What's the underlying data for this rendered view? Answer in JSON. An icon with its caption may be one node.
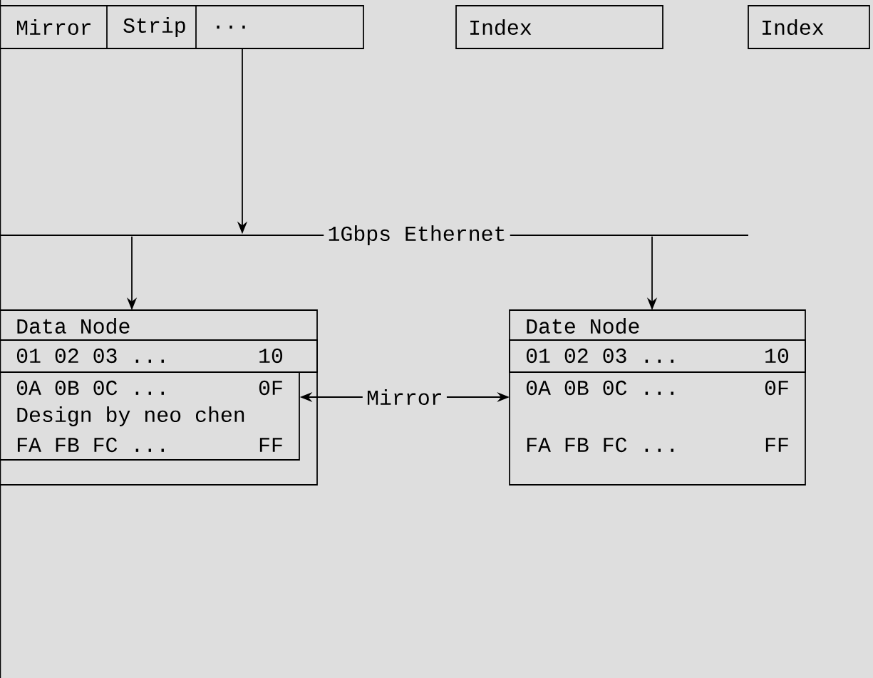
{
  "diagram": {
    "nodes": [
      {
        "text": [
          "Mirror",
          "Strip",
          "..."
        ]
      },
      {
        "text": [
          "Index"
        ]
      },
      {
        "text": [
          "Index"
        ]
      },
      {
        "text": [
          "1Gbps Ethernet"
        ]
      },
      {
        "text": [
          "Data Node"
        ]
      },
      {
        "text": [
          "01 02 03 ...",
          "10"
        ],
        "in": 4
      },
      {
        "text": [
          "0A 0B 0C ...",
          "0F",
          "Design by neo chen",
          "FA FB FC ...",
          "FF"
        ],
        "in": 4
      },
      {
        "text": [
          "Date Node"
        ]
      },
      {
        "text": [
          "01 02 03 ...",
          "10"
        ],
        "in": 7
      },
      {
        "text": [
          "0A 0B 0C ...",
          "0F",
          "FA FB FC ...",
          "FF"
        ],
        "in": 7
      }
    ],
    "edges": [
      {
        "from": 0,
        "to": 3,
        "arrow": "to"
      },
      {
        "from": 3,
        "to": 4,
        "arrow": "to"
      },
      {
        "from": 3,
        "to": 7,
        "arrow": "to"
      },
      {
        "from": 6,
        "to": 9,
        "arrow": "both",
        "label": "Mirror"
      }
    ]
  }
}
